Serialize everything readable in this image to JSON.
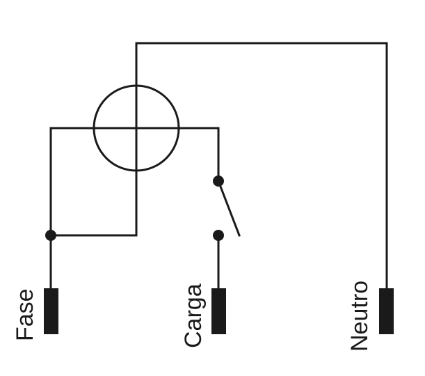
{
  "terminals": {
    "fase": "Fase",
    "carga": "Carga",
    "neutro": "Neutro"
  },
  "colors": {
    "line": "#1a1a1a",
    "background": "#ffffff"
  },
  "components": {
    "lamp_icon": "circle-with-cross",
    "switch_icon": "open-switch"
  }
}
